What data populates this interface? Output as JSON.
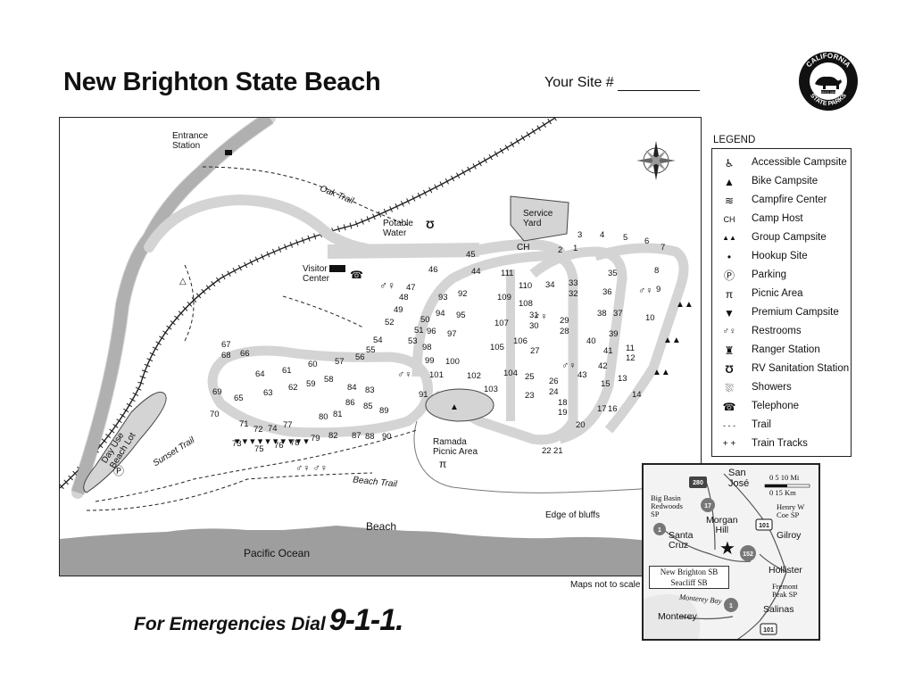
{
  "header": {
    "title": "New Brighton State Beach",
    "your_site_label": "Your Site #",
    "seal_top": "CALIFORNIA",
    "seal_bottom": "STATE PARKS",
    "seal_since": "SINCE 1864"
  },
  "map": {
    "labels": {
      "entrance_station": "Entrance\nStation",
      "oak_trail": "Oak Trail",
      "potable_water": "Potable\nWater",
      "service_yard": "Service\nYard",
      "ch": "CH",
      "visitor_center": "Visitor\nCenter",
      "day_use_beach_lot": "Day Use\nBeach Lot",
      "sunset_trail": "Sunset Trail",
      "beach_trail": "Beach Trail",
      "ramada_picnic_area": "Ramada\nPicnic Area",
      "edge_of_bluffs": "Edge of bluffs",
      "beach": "Beach",
      "pacific_ocean": "Pacific Ocean"
    },
    "sites": [
      "1",
      "2",
      "3",
      "4",
      "5",
      "6",
      "7",
      "8",
      "9",
      "10",
      "11",
      "12",
      "13",
      "14",
      "15",
      "16",
      "17",
      "18",
      "19",
      "20",
      "21",
      "22",
      "23",
      "24",
      "25",
      "26",
      "27",
      "28",
      "29",
      "30",
      "31",
      "32",
      "33",
      "34",
      "35",
      "36",
      "37",
      "38",
      "39",
      "40",
      "41",
      "42",
      "43",
      "44",
      "45",
      "46",
      "47",
      "48",
      "49",
      "50",
      "51",
      "52",
      "53",
      "54",
      "55",
      "56",
      "57",
      "58",
      "59",
      "60",
      "61",
      "62",
      "63",
      "64",
      "65",
      "66",
      "67",
      "68",
      "69",
      "70",
      "71",
      "72",
      "73",
      "74",
      "75",
      "76",
      "77",
      "78",
      "79",
      "80",
      "81",
      "82",
      "83",
      "84",
      "85",
      "86",
      "87",
      "88",
      "89",
      "90",
      "91",
      "92",
      "93",
      "94",
      "95",
      "96",
      "97",
      "98",
      "99",
      "100",
      "101",
      "102",
      "103",
      "104",
      "105",
      "106",
      "107",
      "108",
      "109",
      "110",
      "111"
    ],
    "scale_note": "Maps not to scale"
  },
  "legend": {
    "title": "LEGEND",
    "items": [
      {
        "icon": "accessible-icon",
        "glyph": "♿",
        "label": "Accessible Campsite"
      },
      {
        "icon": "bike-campsite-icon",
        "glyph": "▲",
        "label": "Bike Campsite"
      },
      {
        "icon": "campfire-center-icon",
        "glyph": "≋",
        "label": "Campfire Center"
      },
      {
        "icon": "camp-host-icon",
        "glyph": "CH",
        "label": "Camp Host"
      },
      {
        "icon": "group-campsite-icon",
        "glyph": "▲▲",
        "label": "Group Campsite"
      },
      {
        "icon": "hookup-site-icon",
        "glyph": "•",
        "label": "Hookup Site"
      },
      {
        "icon": "parking-icon",
        "glyph": "Ⓟ",
        "label": "Parking"
      },
      {
        "icon": "picnic-area-icon",
        "glyph": "π",
        "label": "Picnic Area"
      },
      {
        "icon": "premium-campsite-icon",
        "glyph": "▼",
        "label": "Premium Campsite"
      },
      {
        "icon": "restrooms-icon",
        "glyph": "♂♀",
        "label": "Restrooms"
      },
      {
        "icon": "ranger-station-icon",
        "glyph": "♜",
        "label": "Ranger Station"
      },
      {
        "icon": "rv-sanitation-icon",
        "glyph": "Ʊ",
        "label": "RV Sanitation Station"
      },
      {
        "icon": "showers-icon",
        "glyph": "⛆",
        "label": "Showers"
      },
      {
        "icon": "telephone-icon",
        "glyph": "☎",
        "label": "Telephone"
      },
      {
        "icon": "trail-icon",
        "glyph": "- - -",
        "label": "Trail"
      },
      {
        "icon": "train-tracks-icon",
        "glyph": "+ +",
        "label": "Train Tracks"
      }
    ]
  },
  "inset": {
    "san_jose": "San\nJosé",
    "big_basin": "Big Basin\nRedwoods\nSP",
    "morgan_hill": "Morgan\nHill",
    "henry_coe": "Henry W\nCoe SP",
    "gilroy": "Gilroy",
    "santa_cruz": "Santa\nCruz",
    "hollister": "Hollister",
    "fremont_peak": "Fremont\nPeak SP",
    "monterey_bay": "Monterey Bay",
    "monterey": "Monterey",
    "salinas": "Salinas",
    "box_line1": "New Brighton SB",
    "box_line2": "Seacliff SB",
    "scale_top": "0  5  10 Mi",
    "scale_bottom": "0     15 Km",
    "highways": [
      "280",
      "17",
      "101",
      "152",
      "1",
      "1",
      "101"
    ]
  },
  "footer": {
    "emergency_text": "For Emergencies Dial",
    "emergency_number": "9-1-1."
  },
  "colors": {
    "ink": "#111111",
    "water": "#9e9e9e",
    "road": "#d4d4d4",
    "inset_bg": "#f3f3f3"
  }
}
